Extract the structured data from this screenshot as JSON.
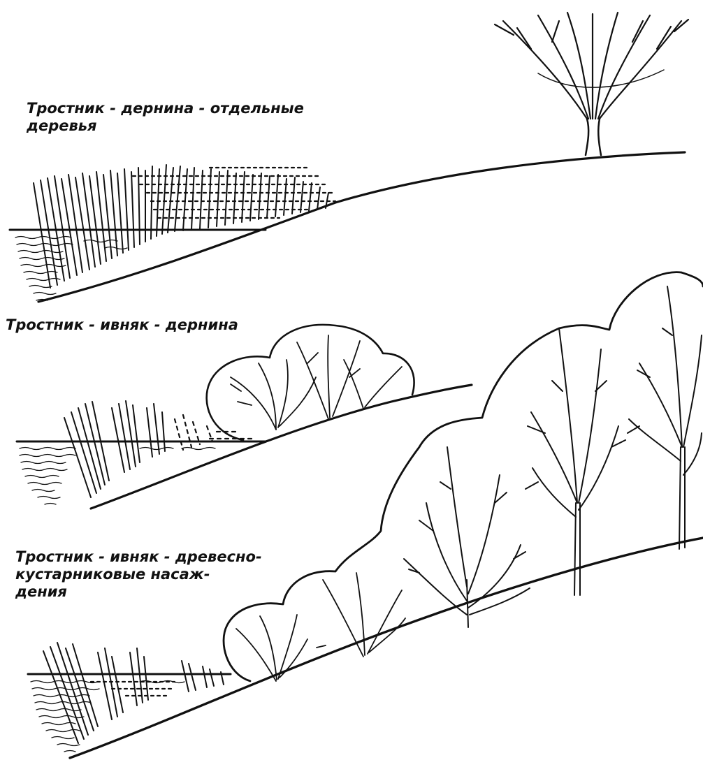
{
  "colors": {
    "ink": "#111111",
    "paper": "#ffffff"
  },
  "scenes": [
    {
      "caption_lines": [
        "Тростник - дернина - отдельные",
        "деревья"
      ]
    },
    {
      "caption_lines": [
        "Тростник - ивняк - дернина"
      ]
    },
    {
      "caption_lines": [
        "Тростник - ивняк - древесно-",
        "кустарниковые насаж-",
        "дения"
      ]
    }
  ]
}
